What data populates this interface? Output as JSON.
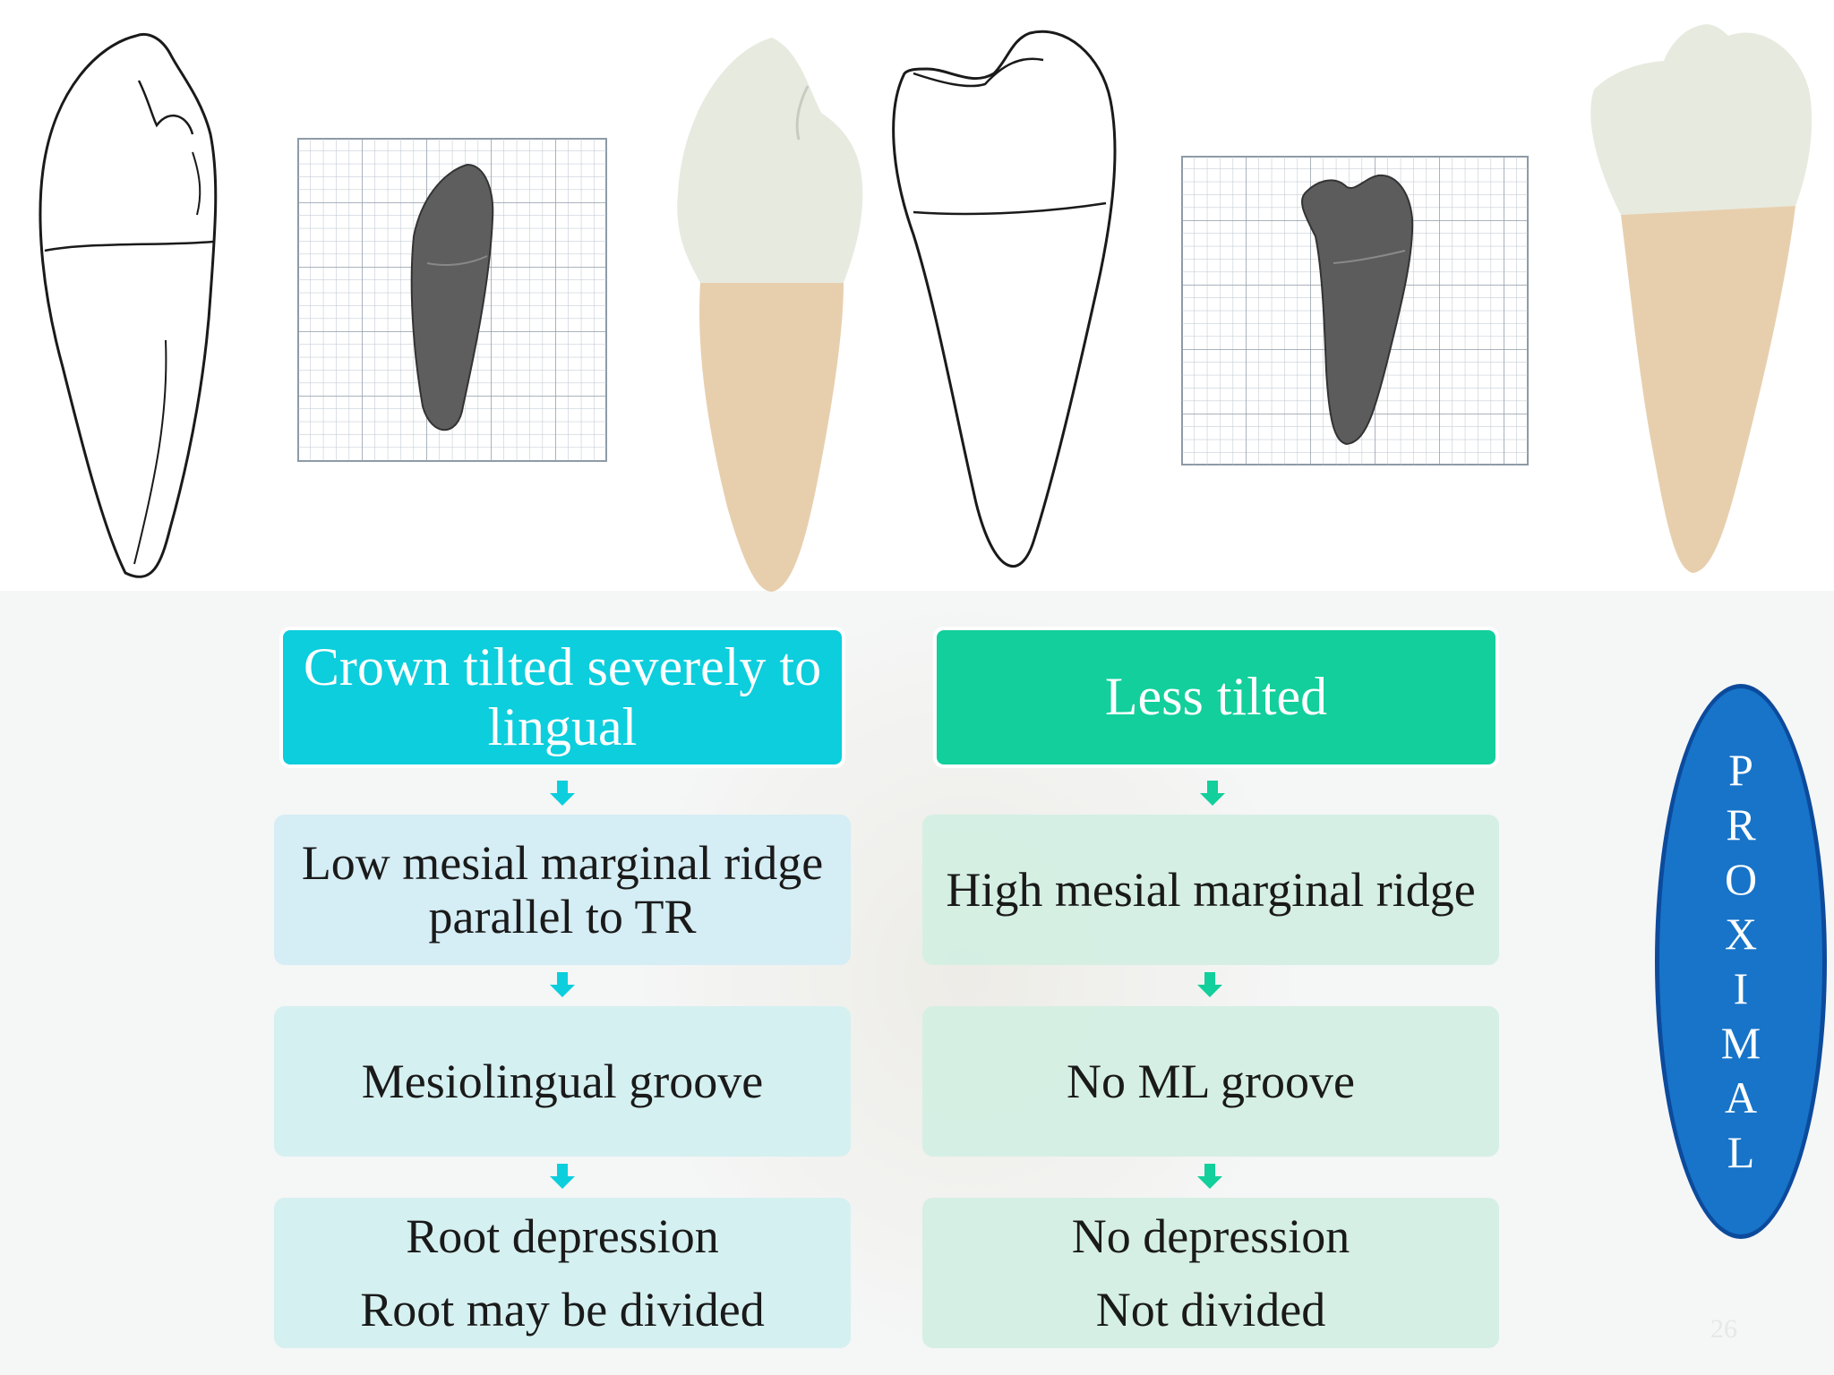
{
  "left": {
    "header": "Crown tilted severely to lingual",
    "items": [
      "Low mesial marginal ridge parallel to TR",
      "Mesiolingual groove",
      {
        "line1": "Root depression",
        "line2": "Root may be divided"
      }
    ]
  },
  "right": {
    "header": "Less tilted",
    "items": [
      "High mesial marginal ridge",
      "No ML groove",
      {
        "line1": "No depression",
        "line2": "Not divided"
      }
    ]
  },
  "side_label": [
    "P",
    "R",
    "O",
    "X",
    "I",
    "M",
    "A",
    "L"
  ],
  "page_number": "26",
  "colors": {
    "left_header": "#0ccedd",
    "right_header": "#12cf9b",
    "oval": "#1774c9"
  }
}
